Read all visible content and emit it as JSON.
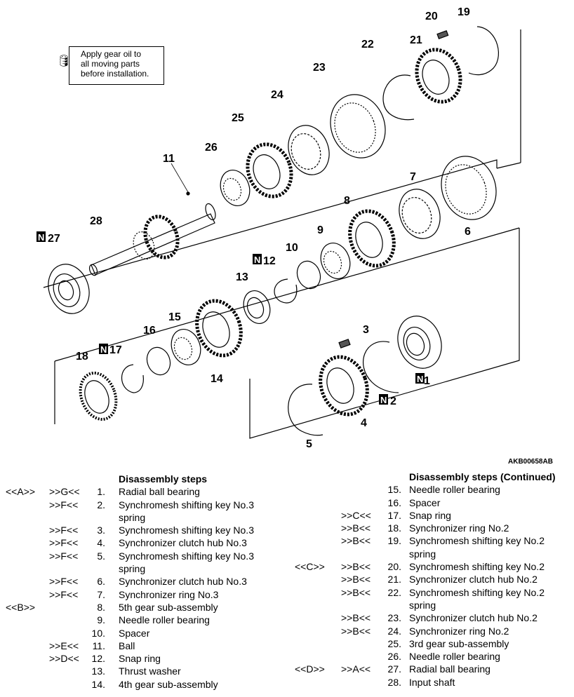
{
  "note": {
    "text": "Apply gear oil to\nall moving parts\nbefore installation.",
    "icon": "oil-can-icon"
  },
  "figure_id": "AKB00658AB",
  "labels": {
    "l1": "1",
    "l2": "2",
    "l3": "3",
    "l4": "4",
    "l5": "5",
    "l6": "6",
    "l7": "7",
    "l8": "8",
    "l9": "9",
    "l10": "10",
    "l11": "11",
    "l12": "12",
    "l13": "13",
    "l14": "14",
    "l15": "15",
    "l16": "16",
    "l17": "17",
    "l18": "18",
    "l19": "19",
    "l20": "20",
    "l21": "21",
    "l22": "22",
    "l23": "23",
    "l24": "24",
    "l25": "25",
    "l26": "26",
    "l27": "27",
    "l28": "28",
    "n": "N"
  },
  "left": {
    "title": "Disassembly steps",
    "steps": [
      {
        "a": "<<A>>",
        "b": ">>G<<",
        "n": "1.",
        "t": "Radial ball bearing"
      },
      {
        "a": "",
        "b": ">>F<<",
        "n": "2.",
        "t": "Synchromesh shifting key No.3 spring"
      },
      {
        "a": "",
        "b": ">>F<<",
        "n": "3.",
        "t": "Synchromesh shifting key No.3"
      },
      {
        "a": "",
        "b": ">>F<<",
        "n": "4.",
        "t": "Synchronizer clutch hub No.3"
      },
      {
        "a": "",
        "b": ">>F<<",
        "n": "5.",
        "t": "Synchromesh shifting key No.3 spring"
      },
      {
        "a": "",
        "b": ">>F<<",
        "n": "6.",
        "t": "Synchronizer clutch hub No.3"
      },
      {
        "a": "",
        "b": ">>F<<",
        "n": "7.",
        "t": "Synchronizer ring No.3"
      },
      {
        "a": "<<B>>",
        "b": "",
        "n": "8.",
        "t": "5th gear sub-assembly"
      },
      {
        "a": "",
        "b": "",
        "n": "9.",
        "t": "Needle roller bearing"
      },
      {
        "a": "",
        "b": "",
        "n": "10.",
        "t": "Spacer"
      },
      {
        "a": "",
        "b": ">>E<<",
        "n": "11.",
        "t": "Ball"
      },
      {
        "a": "",
        "b": ">>D<<",
        "n": "12.",
        "t": "Snap ring"
      },
      {
        "a": "",
        "b": "",
        "n": "13.",
        "t": "Thrust washer"
      },
      {
        "a": "",
        "b": "",
        "n": "14.",
        "t": "4th gear sub-assembly"
      }
    ]
  },
  "right": {
    "title": "Disassembly steps (Continued)",
    "steps": [
      {
        "a": "",
        "b": "",
        "n": "15.",
        "t": "Needle roller bearing"
      },
      {
        "a": "",
        "b": "",
        "n": "16.",
        "t": "Spacer"
      },
      {
        "a": "",
        "b": ">>C<<",
        "n": "17.",
        "t": "Snap ring"
      },
      {
        "a": "",
        "b": ">>B<<",
        "n": "18.",
        "t": "Synchronizer ring No.2"
      },
      {
        "a": "",
        "b": ">>B<<",
        "n": "19.",
        "t": "Synchromesh shifting key No.2 spring"
      },
      {
        "a": "<<C>>",
        "b": ">>B<<",
        "n": "20.",
        "t": "Synchromesh shifting key No.2"
      },
      {
        "a": "",
        "b": ">>B<<",
        "n": "21.",
        "t": "Synchronizer clutch hub No.2"
      },
      {
        "a": "",
        "b": ">>B<<",
        "n": "22.",
        "t": "Synchromesh shifting key No.2 spring"
      },
      {
        "a": "",
        "b": ">>B<<",
        "n": "23.",
        "t": "Synchronizer clutch hub No.2"
      },
      {
        "a": "",
        "b": ">>B<<",
        "n": "24.",
        "t": "Synchronizer ring No.2"
      },
      {
        "a": "",
        "b": "",
        "n": "25.",
        "t": "3rd gear sub-assembly"
      },
      {
        "a": "",
        "b": "",
        "n": "26.",
        "t": "Needle roller bearing"
      },
      {
        "a": "<<D>>",
        "b": ">>A<<",
        "n": "27.",
        "t": "Radial ball bearing"
      },
      {
        "a": "",
        "b": "",
        "n": "28.",
        "t": "Input shaft"
      }
    ]
  }
}
